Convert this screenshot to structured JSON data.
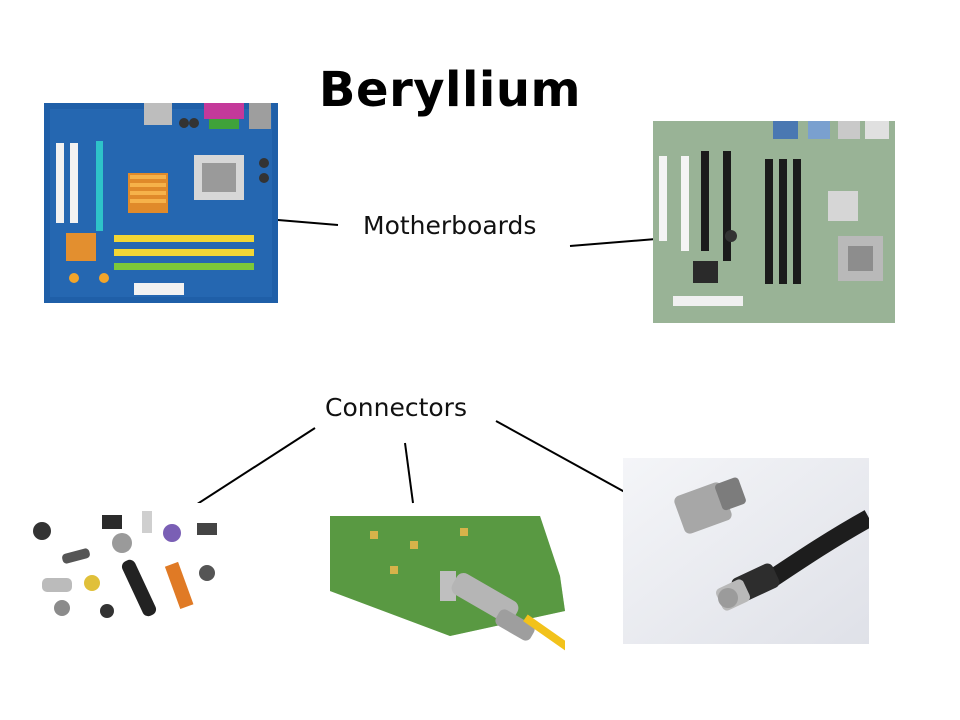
{
  "slide": {
    "title": "Beryllium",
    "labels": {
      "motherboards": "Motherboards",
      "connectors": "Connectors"
    }
  },
  "images": [
    {
      "name": "motherboard-blue",
      "kind": "photo"
    },
    {
      "name": "motherboard-green",
      "kind": "photo"
    },
    {
      "name": "connectors-assortment",
      "kind": "photo"
    },
    {
      "name": "pcb-connector",
      "kind": "photo"
    },
    {
      "name": "bnc-connector",
      "kind": "photo"
    }
  ],
  "colors": {
    "background": "#ffffff",
    "text": "#000000",
    "line": "#000000"
  }
}
